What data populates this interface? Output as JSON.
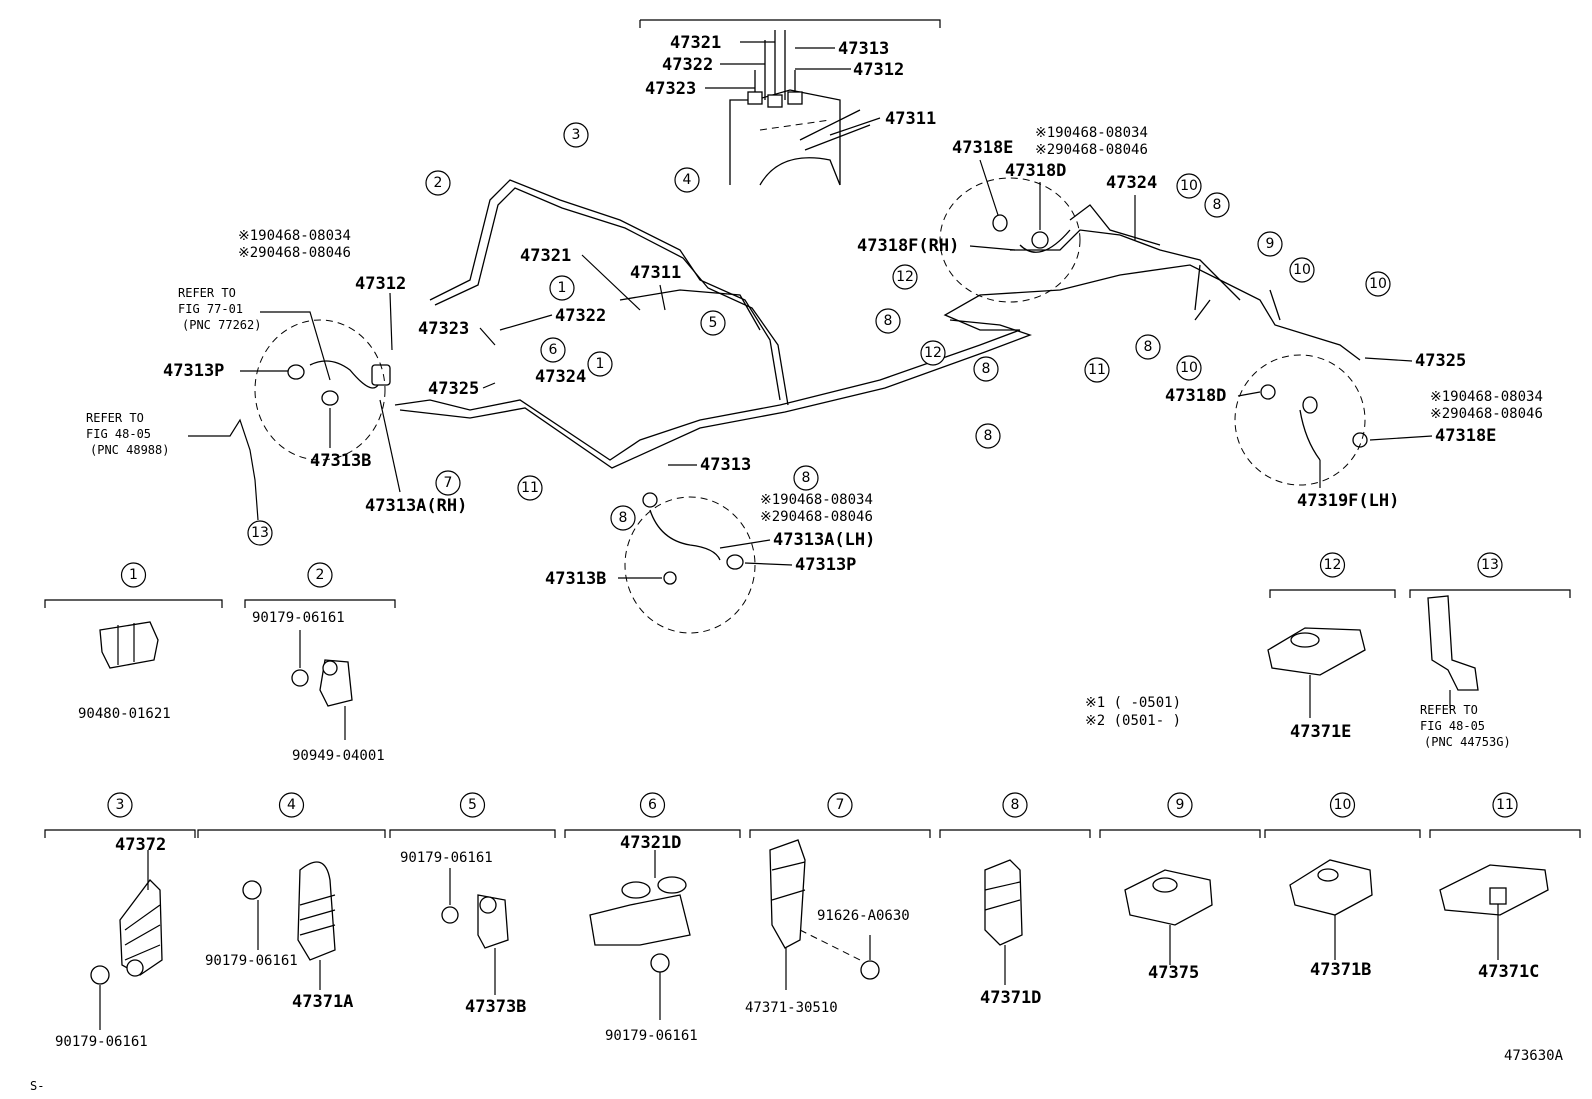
{
  "diagram_id": "473630A",
  "corner_mark": "S-",
  "note_lines": [
    "※1 ( -0501)",
    "※2 (0501- )"
  ],
  "star_codes": {
    "a": "※190468-08034",
    "b": "※290468-08046"
  },
  "main_labels": {
    "p47321_top": "47321",
    "p47313_top": "47313",
    "p47322_top": "47322",
    "p47312_top": "47312",
    "p47323_top": "47323",
    "p47311_top": "47311",
    "p47321_mid": "47321",
    "p47311_mid": "47311",
    "p47322_mid": "47322",
    "p47323_mid": "47323",
    "p47312_left": "47312",
    "p47313P_left": "47313P",
    "p47313B_left": "47313B",
    "p47313A_rh": "47313A(RH)",
    "p47325_left": "47325",
    "p47324_mid": "47324",
    "p47313_mid": "47313",
    "p47313A_lh": "47313A(LH)",
    "p47313B_lower": "47313B",
    "p47313P_lower": "47313P",
    "p47318E_top": "47318E",
    "p47318D_top": "47318D",
    "p47324_right": "47324",
    "p47318F_rh": "47318F(RH)",
    "p47325_right": "47325",
    "p47318D_right": "47318D",
    "p47318E_right": "47318E",
    "p47319F_lh": "47319F(LH)"
  },
  "refer_notes": {
    "fig77": [
      "REFER TO",
      "FIG 77-01",
      "(PNC 77262)"
    ],
    "fig48a": [
      "REFER TO",
      "FIG 48-05",
      "(PNC 48988)"
    ],
    "fig48b": [
      "REFER TO",
      "FIG 48-05",
      "(PNC 44753G)"
    ]
  },
  "callouts": [
    "1",
    "2",
    "3",
    "4",
    "5",
    "6",
    "7",
    "8",
    "9",
    "10",
    "11",
    "12",
    "13"
  ],
  "detail_boxes": [
    {
      "num": "1",
      "parts": [
        "90480-01621"
      ]
    },
    {
      "num": "2",
      "parts": [
        "90179-06161",
        "90949-04001"
      ]
    },
    {
      "num": "3",
      "parts": [
        "47372",
        "90179-06161"
      ]
    },
    {
      "num": "4",
      "parts": [
        "90179-06161",
        "47371A"
      ]
    },
    {
      "num": "5",
      "parts": [
        "90179-06161",
        "47373B"
      ]
    },
    {
      "num": "6",
      "parts": [
        "47321D",
        "90179-06161"
      ]
    },
    {
      "num": "7",
      "parts": [
        "91626-A0630",
        "47371-30510"
      ]
    },
    {
      "num": "8",
      "parts": [
        "47371D"
      ]
    },
    {
      "num": "9",
      "parts": [
        "47375"
      ]
    },
    {
      "num": "10",
      "parts": [
        "47371B"
      ]
    },
    {
      "num": "11",
      "parts": [
        "47371C"
      ]
    },
    {
      "num": "12",
      "parts": [
        "47371E"
      ]
    },
    {
      "num": "13",
      "parts": []
    }
  ]
}
